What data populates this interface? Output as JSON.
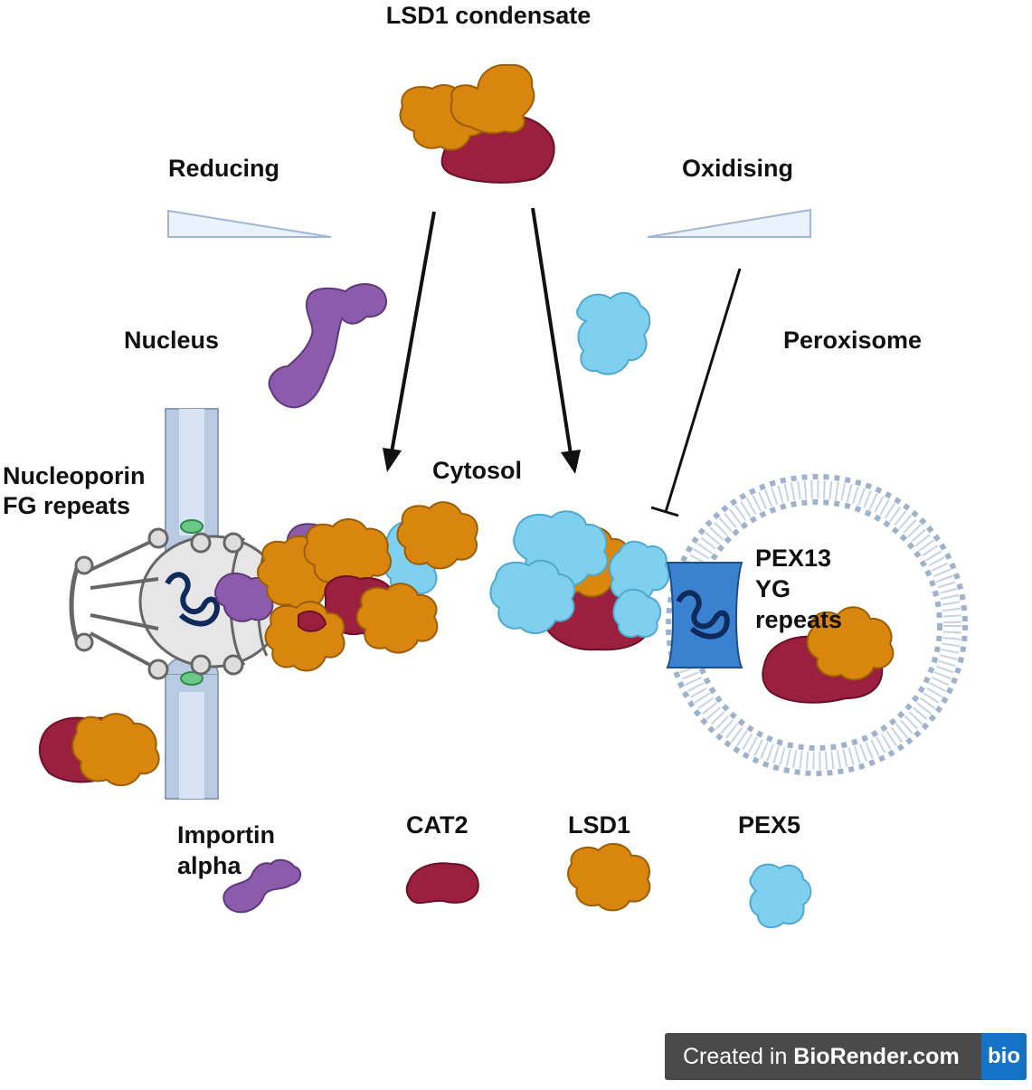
{
  "labels": {
    "title": "LSD1 condensate",
    "reducing": "Reducing",
    "oxidising": "Oxidising",
    "nucleus": "Nucleus",
    "peroxisome": "Peroxisome",
    "nucleoporin": "Nucleoporin\nFG repeats",
    "cytosol": "Cytosol",
    "pex13": "PEX13\nYG\nrepeats"
  },
  "legend": {
    "importin": "Importin\nalpha",
    "cat2": "CAT2",
    "lsd1": "LSD1",
    "pex5": "PEX5"
  },
  "colors": {
    "lsd1": "#d9860f",
    "cat2": "#9b1f3e",
    "pex5": "#7fd0ef",
    "importin": "#8c5bab",
    "pore": "#a9bcd6",
    "pex13": "#3a82d0",
    "membrane": "#9fb2cc"
  },
  "badge": {
    "prefix": "Created in ",
    "brand": "BioRender.com",
    "logo": "bio"
  }
}
